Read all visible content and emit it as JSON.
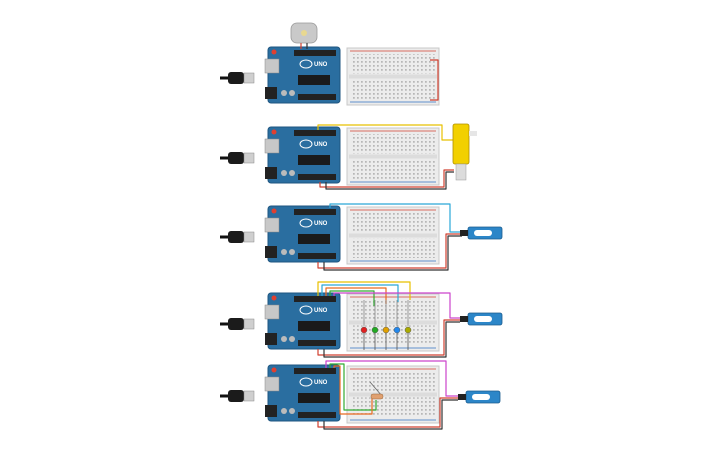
{
  "circuits": [
    {
      "id": "circuit-1",
      "board_label": "UNO",
      "component": "dc-motor",
      "wires": [
        "#d04030"
      ]
    },
    {
      "id": "circuit-2",
      "board_label": "UNO",
      "component": "gear-motor",
      "wires": [
        "#e8c000",
        "#d04030",
        "#333333"
      ]
    },
    {
      "id": "circuit-3",
      "board_label": "UNO",
      "component": "servo",
      "wires": [
        "#2aa8d8",
        "#d04030",
        "#333333"
      ]
    },
    {
      "id": "circuit-4",
      "board_label": "UNO",
      "component": "servo-and-5-leds",
      "leds": [
        "#e02020",
        "#22aa22",
        "#e0a000",
        "#2288ee",
        "#aaaa00"
      ],
      "wires": [
        "#e8c000",
        "#2aa8d8",
        "#cc44cc",
        "#33aa33",
        "#e86a20",
        "#d04030",
        "#333333"
      ]
    },
    {
      "id": "circuit-5",
      "board_label": "UNO",
      "component": "servo-and-resistor",
      "wires": [
        "#cc44cc",
        "#33aa33",
        "#e86a20",
        "#d04030",
        "#333333"
      ]
    }
  ],
  "colors": {
    "board": "#2a6ea0",
    "board_dark": "#1f5680",
    "breadboard": "#ececec",
    "rail_red": "#d04030",
    "rail_blue": "#3070c0",
    "servo": "#2c86c8",
    "gear_motor": "#f2d000"
  }
}
